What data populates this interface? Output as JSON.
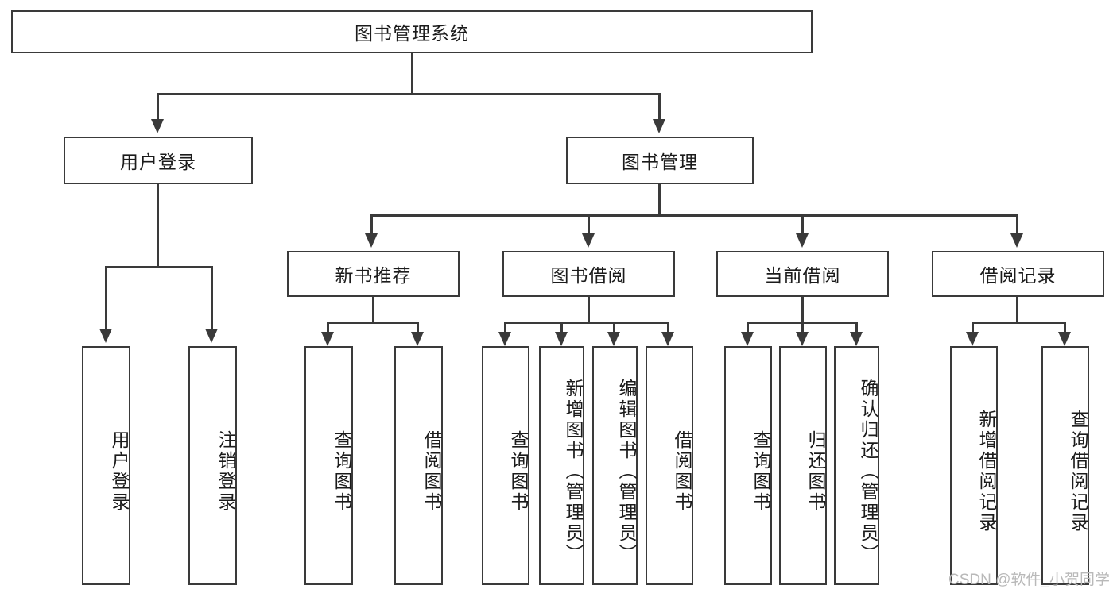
{
  "diagram": {
    "title": "图书管理系统",
    "root": {
      "label": "图书管理系统"
    },
    "level1": [
      {
        "label": "用户登录"
      },
      {
        "label": "图书管理"
      }
    ],
    "level2": [
      {
        "label": "新书推荐"
      },
      {
        "label": "图书借阅"
      },
      {
        "label": "当前借阅"
      },
      {
        "label": "借阅记录"
      }
    ],
    "leaves": {
      "user_login": [
        {
          "label": "用户登录"
        },
        {
          "label": "注销登录"
        }
      ],
      "new_book_recommend": [
        {
          "label": "查询图书"
        },
        {
          "label": "借阅图书"
        }
      ],
      "book_borrow": [
        {
          "label": "查询图书"
        },
        {
          "label": "新增图书（管理员）"
        },
        {
          "label": "编辑图书（管理员）"
        },
        {
          "label": "借阅图书"
        }
      ],
      "current_borrow": [
        {
          "label": "查询图书"
        },
        {
          "label": "归还图书"
        },
        {
          "label": "确认归还（管理员）"
        }
      ],
      "borrow_record": [
        {
          "label": "新增借阅记录"
        },
        {
          "label": "查询借阅记录"
        }
      ]
    }
  },
  "watermark": {
    "text": "CSDN @软件_小贺同学"
  },
  "colors": {
    "stroke": "#3a3a3a",
    "background": "#ffffff",
    "text": "#1b1b1b",
    "watermark": "#b9b9b9"
  }
}
